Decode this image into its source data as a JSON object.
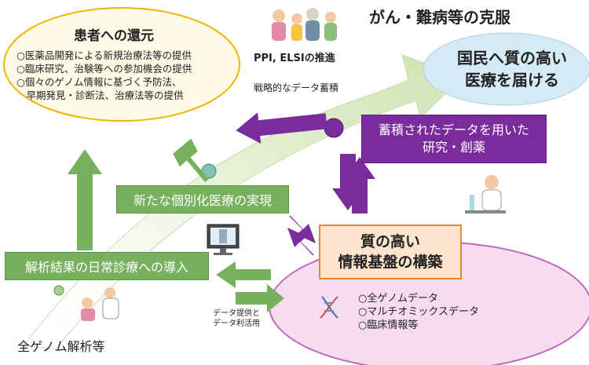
{
  "header": {
    "title": "がん・難病等の克服"
  },
  "ppi_label": "PPI, ELSIの推進",
  "strategic_label": "戦略的なデータ蓄積",
  "returns": {
    "title": "患者への還元",
    "items": [
      "○医薬品開発による新規治療法等の提供",
      "○臨床研究、治験等への参加機会の提供",
      "○個々のゲノム情報に基づく予防法、",
      "　早期発見・診断法、治療法等の提供"
    ]
  },
  "goal": {
    "line1": "国民へ質の高い",
    "line2": "医療を届ける"
  },
  "research_box": {
    "line1": "蓄積されたデータを用いた",
    "line2": "研究・創薬"
  },
  "personalized_box": "新たな個別化医療の実現",
  "clinical_box": "解析結果の日常診療への導入",
  "info_base": {
    "line1": "質の高い",
    "line2": "情報基盤の構築"
  },
  "db_items": [
    "○全ゲノムデータ",
    "○マルチオミックスデータ",
    "○臨床情報等"
  ],
  "data_provide": {
    "line1": "データ提供と",
    "line2": "データ利活用"
  },
  "genome_label": "全ゲノム解析等",
  "colors": {
    "arrow_green": "#77b15e",
    "arrow_purple": "#7b2c9c",
    "ellipse_yellow_fill": "#fffbe6",
    "ellipse_yellow_border": "#f0b400",
    "ellipse_pink_fill": "#f7dcf0",
    "ellipse_pink_border": "#c06abf",
    "goal_fill": "#d4eaf5",
    "info_base_fill": "#fde4cc",
    "info_base_border": "#e8862e"
  }
}
